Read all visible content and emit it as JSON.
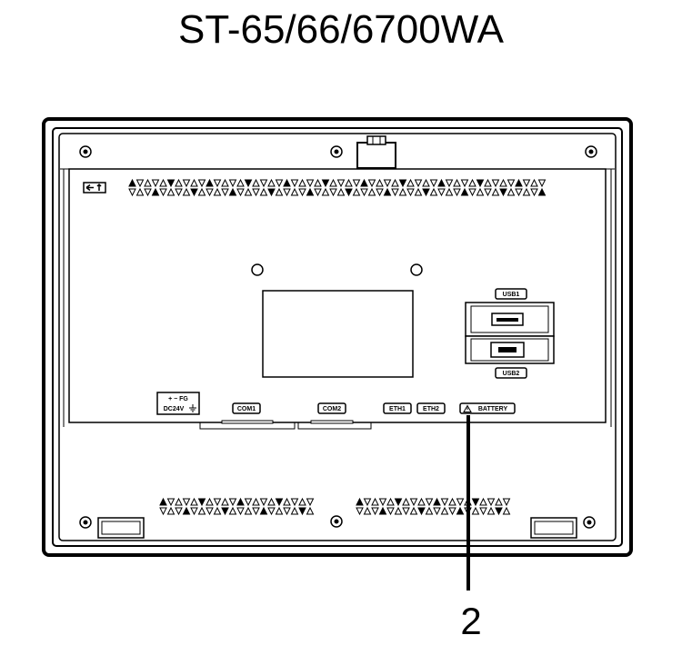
{
  "title": "ST-65/66/6700WA",
  "callout": "2",
  "ports": {
    "usb1": "USB1",
    "usb2": "USB2",
    "com1": "COM1",
    "com2": "COM2",
    "eth1": "ETH1",
    "eth2": "ETH2",
    "battery": "BATTERY",
    "power_top": "+  −  FG",
    "power_bottom": "DC24V"
  },
  "colors": {
    "line": "#000000",
    "background": "#ffffff"
  }
}
